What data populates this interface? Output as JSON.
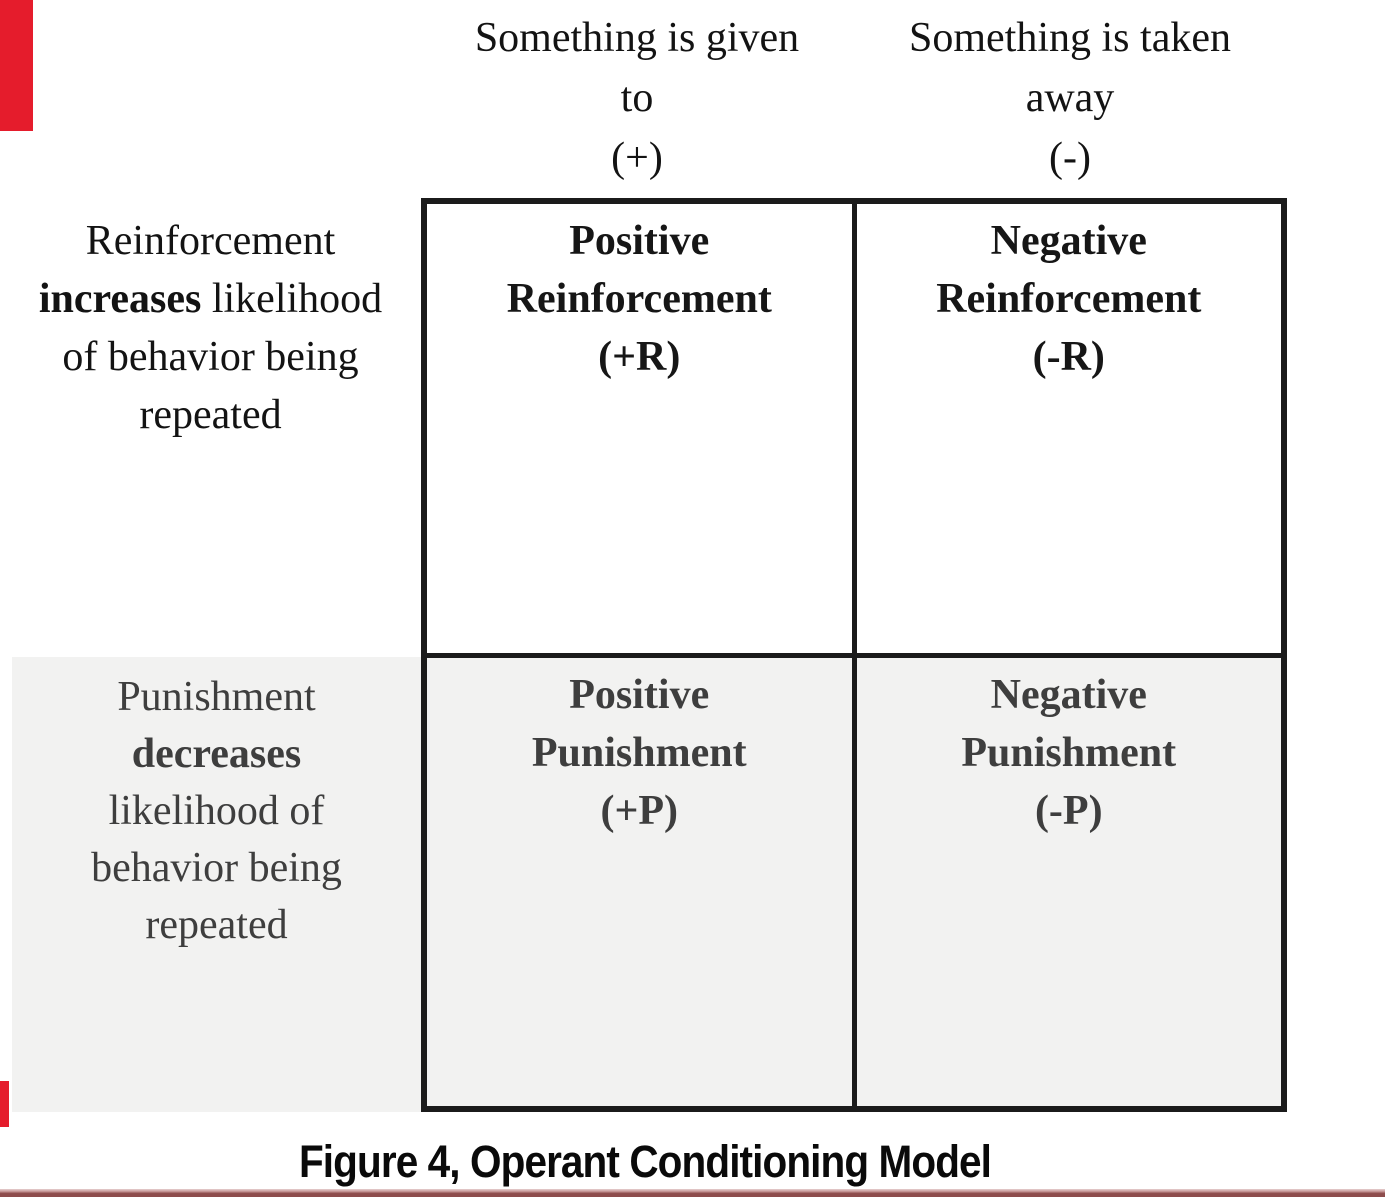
{
  "figure": {
    "caption": "Figure 4, Operant Conditioning Model",
    "column_headers": [
      {
        "line1": "Something is given",
        "line2": "to",
        "line3": "(+)"
      },
      {
        "line1": "Something is taken",
        "line2": "away",
        "line3": "(-)"
      }
    ],
    "row_headers": [
      {
        "line1": "Reinforcement",
        "line2_bold": "increases",
        "line2_rest": " likelihood",
        "line3": "of behavior being",
        "line4": "repeated"
      },
      {
        "line1": "Punishment",
        "line2_bold": "decreases",
        "line3": "likelihood of",
        "line4": "behavior being",
        "line5": "repeated"
      }
    ],
    "cells": [
      {
        "line1": "Positive",
        "line2": "Reinforcement",
        "line3": "(+R)"
      },
      {
        "line1": "Negative",
        "line2": "Reinforcement",
        "line3": "(-R)"
      },
      {
        "line1": "Positive",
        "line2": "Punishment",
        "line3": "(+P)"
      },
      {
        "line1": "Negative",
        "line2": "Punishment",
        "line3": "(-P)"
      }
    ]
  },
  "colors": {
    "accent_red": "#e51c2c",
    "rule_red_dark": "#8d4c4c",
    "rule_red_light": "#c79898",
    "punishment_row_bg": "#f2f2f1",
    "table_border": "#1b1b1b",
    "punishment_text": "#3e3e3e"
  }
}
